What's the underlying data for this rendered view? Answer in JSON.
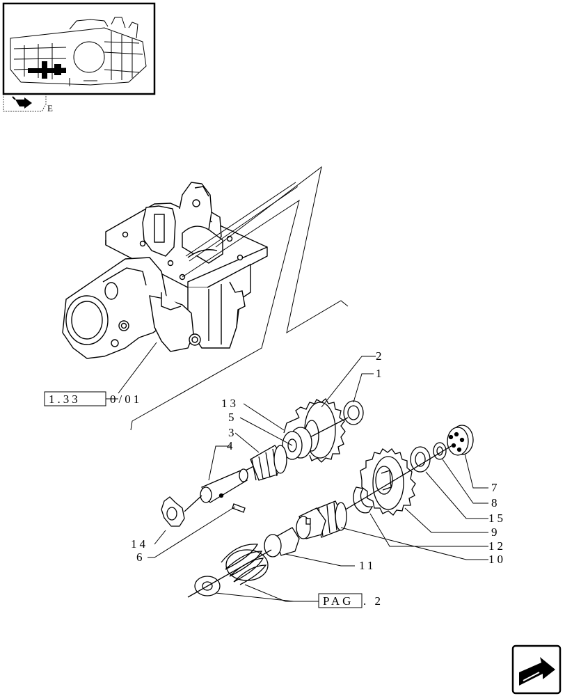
{
  "thumbnail": {
    "view_letter": "E",
    "icon": "arrow-icon"
  },
  "reference_box": {
    "code": "1.33",
    "suffix": "0/01"
  },
  "page_ref": {
    "code": "PAG",
    "suffix": ". 2"
  },
  "callouts": {
    "c1": "1",
    "c2": "2",
    "c3": "3",
    "c4": "4",
    "c5": "5",
    "c6": "6",
    "c7": "7",
    "c8": "8",
    "c9": "9",
    "c10": "10",
    "c11": "11",
    "c12": "12",
    "c13": "13",
    "c14": "14",
    "c15": "15"
  },
  "nav": {
    "icon": "next-page-arrow-icon"
  }
}
